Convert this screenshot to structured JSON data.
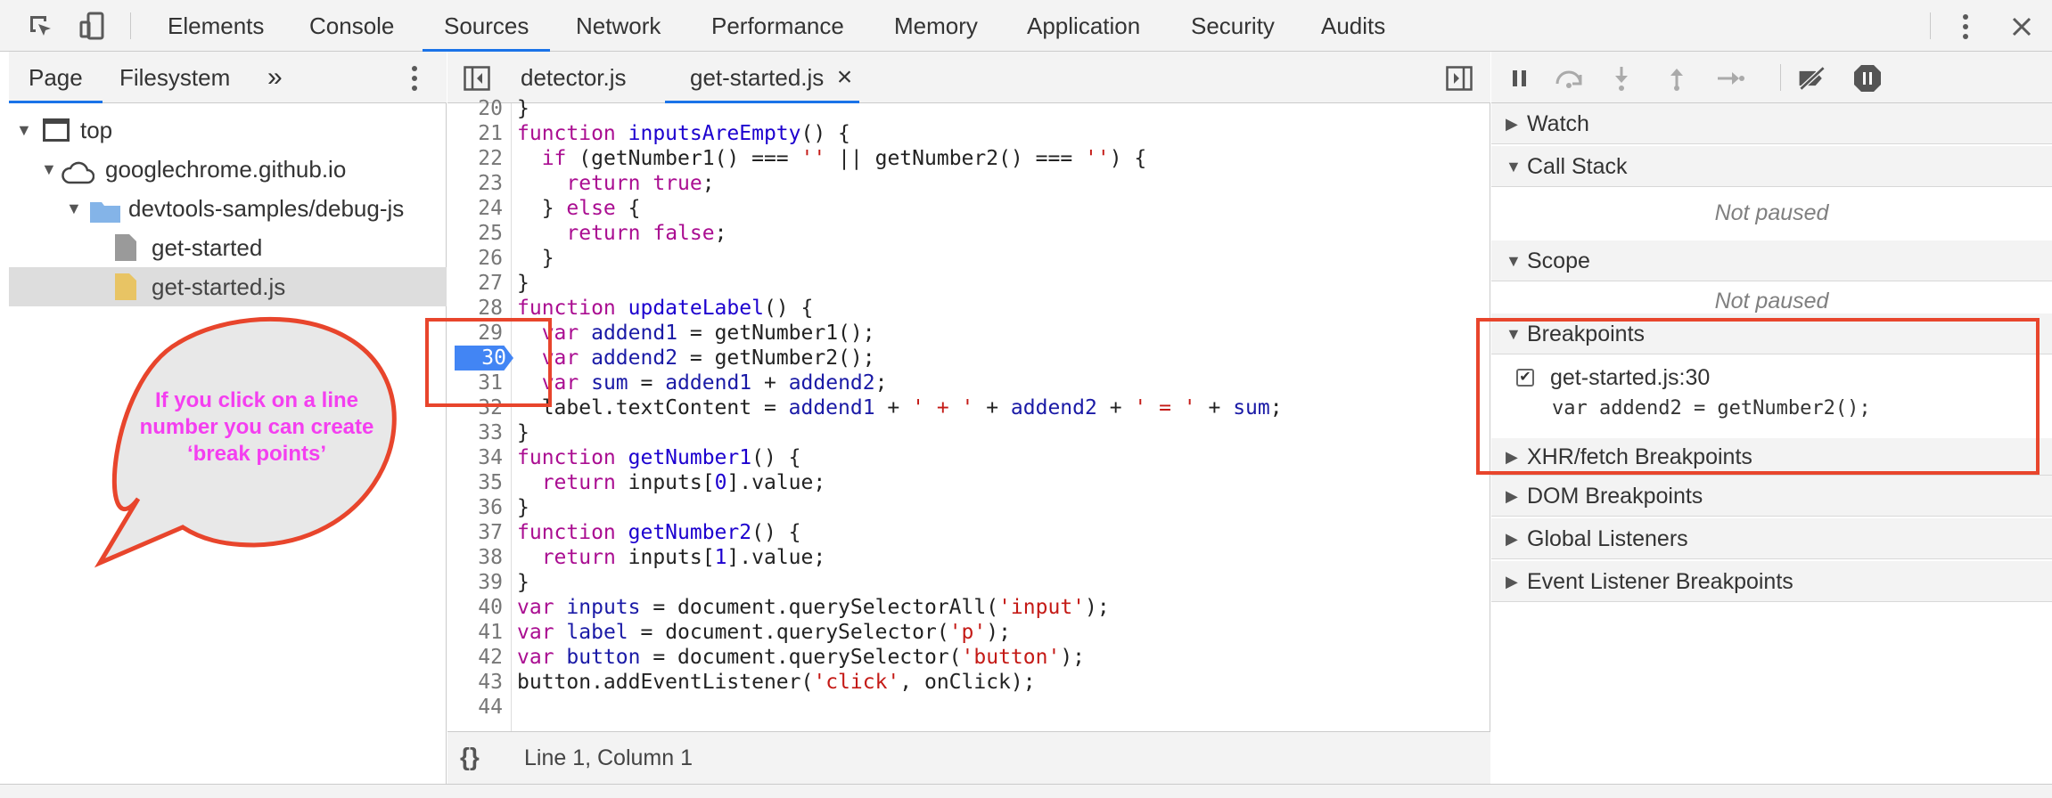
{
  "topbar": {
    "tabs": [
      "Elements",
      "Console",
      "Sources",
      "Network",
      "Performance",
      "Memory",
      "Application",
      "Security",
      "Audits"
    ],
    "active_tab": "Sources"
  },
  "navigator": {
    "tabs": [
      "Page",
      "Filesystem"
    ],
    "more": "»",
    "tree": [
      {
        "label": "top",
        "icon": "frame-icon"
      },
      {
        "label": "googlechrome.github.io",
        "icon": "cloud-icon"
      },
      {
        "label": "devtools-samples/debug-js",
        "icon": "folder-icon"
      },
      {
        "label": "get-started",
        "icon": "file-icon"
      },
      {
        "label": "get-started.js",
        "icon": "js-file-icon"
      }
    ]
  },
  "editor": {
    "tabs": [
      "detector.js",
      "get-started.js"
    ],
    "close_glyph": "×",
    "active_file": "get-started.js",
    "breakpoint_line": "30",
    "line_numbers": [
      "20",
      "21",
      "22",
      "23",
      "24",
      "25",
      "26",
      "27",
      "28",
      "29",
      "30",
      "31",
      "32",
      "33",
      "34",
      "35",
      "36",
      "37",
      "38",
      "39",
      "40",
      "41",
      "42",
      "43",
      "44"
    ],
    "status": "Line 1, Column 1",
    "format_label": "{}"
  },
  "debugger": {
    "sections": [
      "Watch",
      "Call Stack",
      "Scope",
      "Breakpoints",
      "XHR/fetch Breakpoints",
      "DOM Breakpoints",
      "Global Listeners",
      "Event Listener Breakpoints"
    ],
    "not_paused": "Not paused",
    "breakpoint": {
      "location": "get-started.js:30",
      "code": "var addend2 = getNumber2();",
      "checked": true
    }
  },
  "annotation": {
    "bubble_text": "If you click on a line number you can create ‘break points’",
    "color": "#e8452c",
    "text_color": "#f43ff0"
  },
  "colors": {
    "accent": "#1a73e8",
    "breakpoint": "#4285f4"
  }
}
